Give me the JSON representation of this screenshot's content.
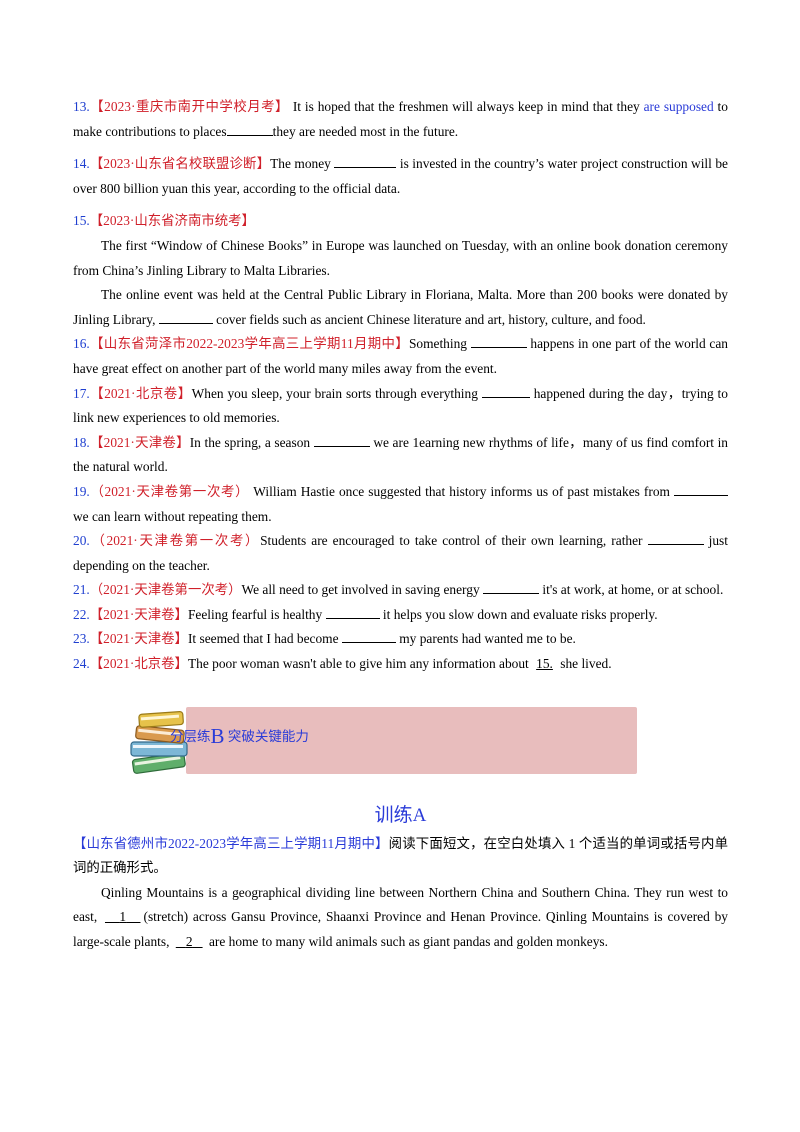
{
  "q13": {
    "num": "13.",
    "source": "【2023·重庆市南开中学校月考】",
    "text_a": "It is hoped that the freshmen will always keep in mind that they",
    "answer": "are supposed",
    "text_b": "to make contributions to places",
    "text_c": "they are needed most in the future."
  },
  "q14": {
    "num": "14.",
    "source": "【2023·山东省名校联盟诊断】",
    "text_a": "The money",
    "text_b": "is invested in the country’s water project construction will be over 800 billion yuan this year, according to the official data."
  },
  "q15": {
    "num": "15.",
    "source": "【2023·山东省济南市统考】",
    "para1": "The first “Window of Chinese Books” in Europe was launched on Tuesday, with an online book donation ceremony from China’s Jinling Library to Malta Libraries.",
    "para2_a": "The online event was held at the Central Public Library in Floriana, Malta. More than 200 books were donated by Jinling Library,",
    "para2_b": "cover fields such as ancient Chinese literature and art, history, culture, and food."
  },
  "q16": {
    "num": "16.",
    "source": "【山东省菏泽市2022-2023学年高三上学期11月期中】",
    "text_a": "Something",
    "text_b": "happens in one part of the world can have great effect on another part of the world many miles away from the event."
  },
  "q17": {
    "num": "17.",
    "source": "【2021·北京卷】",
    "text_a": "When you sleep, your brain sorts through everything",
    "text_b": "happened during the day，trying to link new experiences to old memories."
  },
  "q18": {
    "num": "18.",
    "source": "【2021·天津卷】",
    "text_a": "In the spring, a season",
    "text_b": "we are 1earning new rhythms of life，many of us find comfort in the natural world."
  },
  "q19": {
    "num": "19.",
    "source": "（2021·天津卷第一次考）",
    "text_a": "William Hastie once suggested that history informs us of past mistakes from",
    "text_b": "we can learn without repeating them."
  },
  "q20": {
    "num": "20.",
    "source": "（2021·天津卷第一次考）",
    "text_a": "Students are encouraged to take control of their own learning, rather",
    "text_b": "just depending on the teacher."
  },
  "q21": {
    "num": "21.",
    "source": "（2021·天津卷第一次考）",
    "text_a": "We all need to get involved in saving energy",
    "text_b": "it's at work, at home, or at school."
  },
  "q22": {
    "num": "22.",
    "source": "【2021·天津卷】",
    "text_a": "Feeling fearful is healthy",
    "text_b": "it helps you slow down and evaluate risks properly."
  },
  "q23": {
    "num": "23.",
    "source": "【2021·天津卷】",
    "text_a": "It seemed that I had become",
    "text_b": "my parents had wanted me to be."
  },
  "q24": {
    "num": "24.",
    "source": "【2021·北京卷】",
    "text_a": "The poor woman wasn't able to give him any information about",
    "blank": "15.",
    "text_b": "she lived."
  },
  "banner": {
    "prefix": "分层练",
    "letter": "B",
    "title": "突破关键能力"
  },
  "section": {
    "title": "训练A",
    "source": "【山东省德州市2022-2023学年高三上学期11月期中】",
    "instruction": "阅读下面短文，在空白处填入 1 个适当的单词或括号内单词的正确形式。",
    "para_a": "Qinling Mountains is a geographical dividing line between Northern China and Southern China. They run west to east,",
    "blank1": "1",
    "para_b": "(stretch) across Gansu Province, Shaanxi Province and Henan Province. Qinling Mountains is covered by large-scale plants,",
    "blank2": "2",
    "para_c": "are home to many wild animals such as giant pandas and golden monkeys."
  },
  "colors": {
    "number": "#1f3fd0",
    "source": "#d0202a",
    "accent": "#2a3bd8",
    "banner_bg": "#e8bdbd"
  }
}
